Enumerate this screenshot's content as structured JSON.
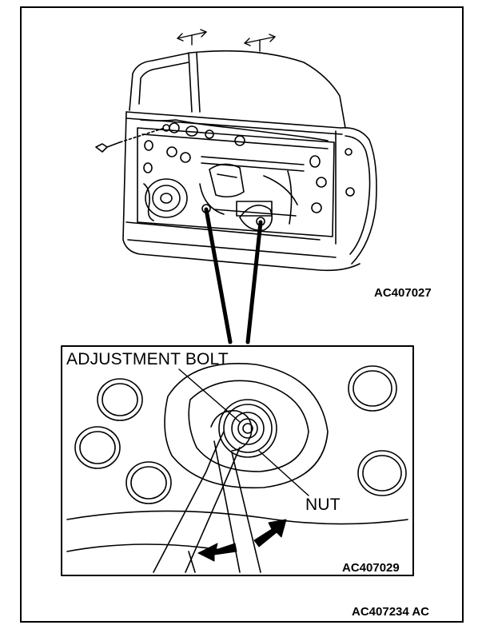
{
  "figure": {
    "top_code": "AC407027",
    "inset_code": "AC407029",
    "footer_code": "AC407234",
    "footer_suffix": "AC"
  },
  "callouts": {
    "adjustment_bolt": "ADJUSTMENT BOLT",
    "nut": "NUT"
  },
  "colors": {
    "line": "#000000",
    "background": "#ffffff"
  }
}
